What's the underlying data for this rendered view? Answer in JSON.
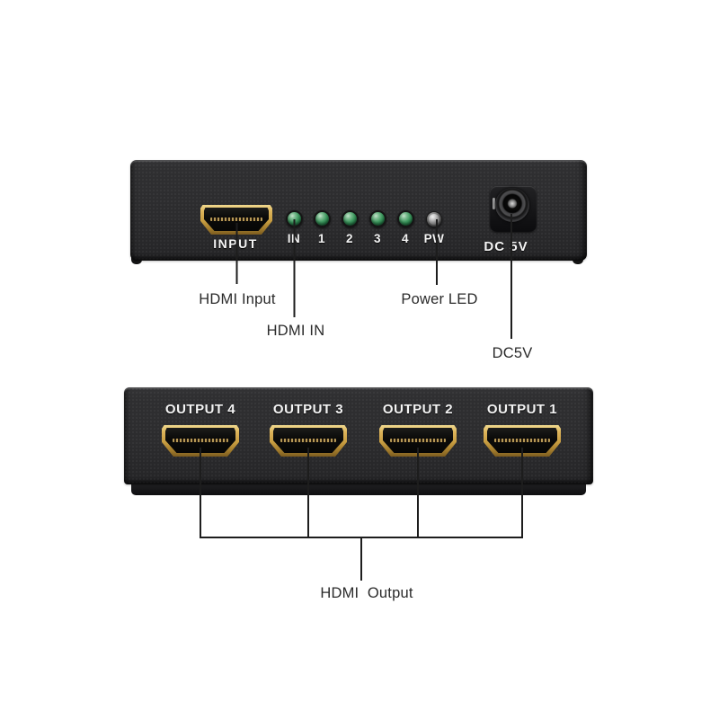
{
  "device": "4-port HDMI splitter diagram",
  "front_panel": {
    "input_port_label": "INPUT",
    "led_labels": [
      "IN",
      "1",
      "2",
      "3",
      "4"
    ],
    "power_label": "PW",
    "dc_label": "DC 5V"
  },
  "back_panel": {
    "output_labels": [
      "OUTPUT 4",
      "OUTPUT 3",
      "OUTPUT 2",
      "OUTPUT 1"
    ]
  },
  "annotations": {
    "hdmi_input": "HDMI Input",
    "hdmi_in": "HDMI IN",
    "power_led": "Power LED",
    "dc5v": "DC5V",
    "hdmi_output": "HDMI  Output"
  },
  "colors": {
    "background": "#ffffff",
    "panel_body": "#2c2c2e",
    "panel_lip": "#161618",
    "hdmi_gold": "#c79d41",
    "led_green": "#3f9a60",
    "pw_gray": "#8e8e8e",
    "panel_text": "#f4f4f4",
    "annotation_line": "#1d1d1d",
    "annotation_text": "#2a2a2a"
  }
}
